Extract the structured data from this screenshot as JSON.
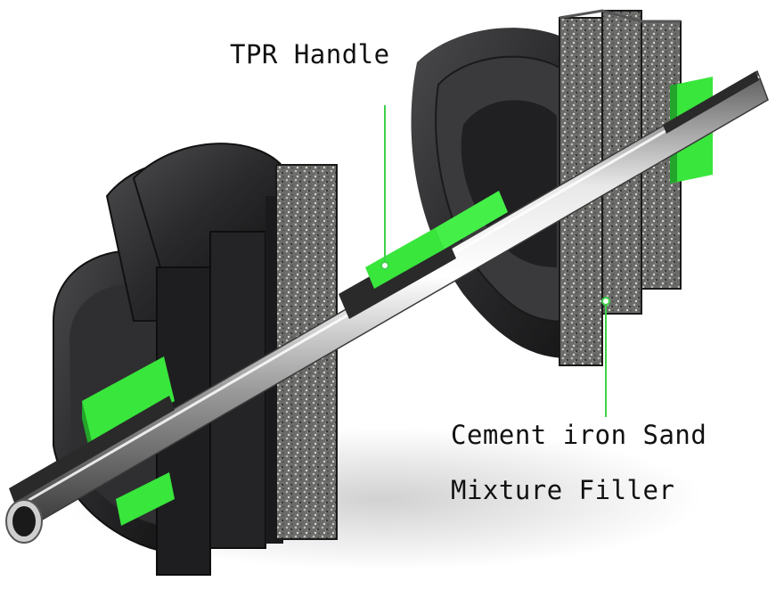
{
  "labels": {
    "tpr_handle": "TPR Handle",
    "filler_line1": "Cement iron Sand",
    "filler_line2": "Mixture Filler"
  },
  "colors": {
    "accent_green": "#39e63c",
    "plate_dark": "#2b2b2d",
    "steel": "#c9c9c9",
    "leader_line": "#3fd14a"
  }
}
